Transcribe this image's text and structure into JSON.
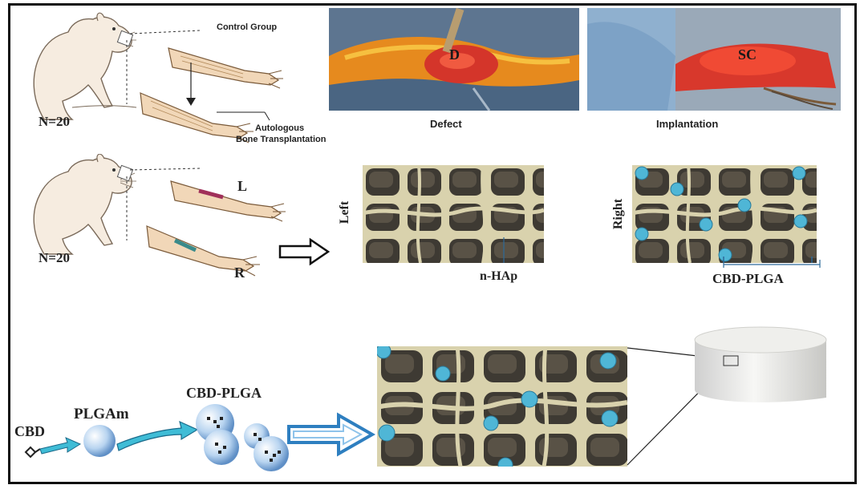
{
  "labels": {
    "control_group": "Control Group",
    "autologous_line1": "Autologous",
    "autologous_line2": "Bone Transplantation",
    "n_top": "N=20",
    "n_bottom": "N=20",
    "defect": "Defect",
    "implantation": "Implantation",
    "photo_d": "D",
    "photo_sc": "SC",
    "limb_l": "L",
    "limb_r": "R",
    "left": "Left",
    "right": "Right",
    "n_hap": "n-HAp",
    "cbd_plga_scaffold": "CBD-PLGA",
    "cbd": "CBD",
    "plgam": "PLGAm",
    "cbd_plga_bottom": "CBD-PLGA"
  },
  "colors": {
    "rat_fill": "#f6ece0",
    "rat_stroke": "#7a6a5a",
    "scaffold_bg": "#3e3a33",
    "scaffold_strut": "#d9d2ad",
    "microsphere": "#4fb6d6",
    "arrow_blue": "#2e7fc0",
    "tissue_red": "#e0392a"
  },
  "icons": {
    "rat": "rat-illustration",
    "arm": "forelimb-illustration",
    "arrow_outline": "outline-arrow",
    "scaffold": "porous-scaffold-illustration",
    "cylinder": "scaffold-cylinder-photo"
  }
}
